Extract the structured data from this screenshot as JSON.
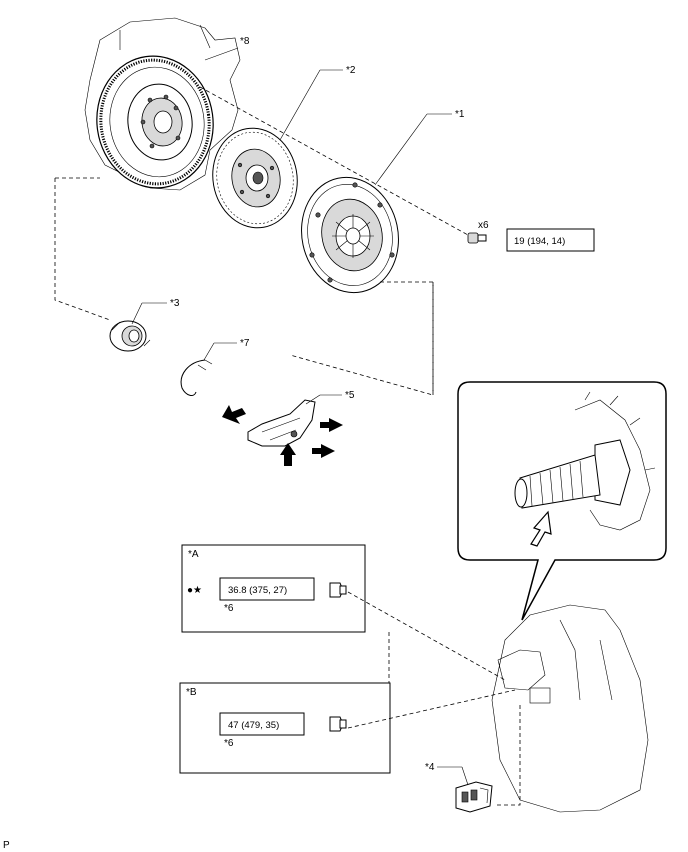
{
  "labels": {
    "flywheel": "*8",
    "clutch_disc": "*2",
    "clutch_cover": "*1",
    "release_bearing": "*3",
    "clip": "*7",
    "release_fork": "*5",
    "bolt_qty": "x6",
    "transaxle_part": "*4",
    "variant_a_header": "*A",
    "variant_b_header": "*B",
    "variant_a_note": "*6",
    "variant_b_note": "*6",
    "variant_a_symbols": "●★",
    "footer_code": "P"
  },
  "torque": {
    "cover_bolts": "19 (194, 14)",
    "variant_a": "36.8 (375, 27)",
    "variant_b": "47 (479, 35)"
  }
}
